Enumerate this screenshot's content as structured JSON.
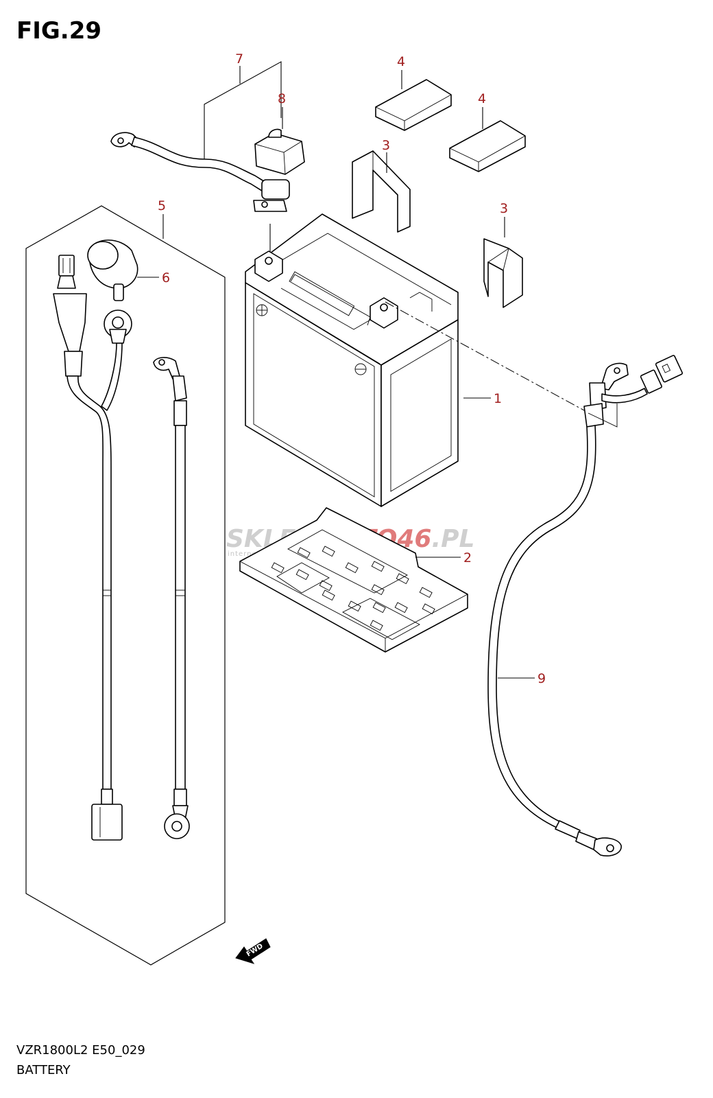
{
  "figure": {
    "title": "FIG.29",
    "model_code": "VZR1800L2 E50_029",
    "section_name": "BATTERY"
  },
  "callouts": {
    "battery": "1",
    "battery_tray": "2",
    "spacer_left": "3",
    "spacer_right": "3",
    "pad_left": "4",
    "pad_right": "4",
    "wiring_set": "5",
    "terminal_cap_6": "6",
    "positive_lead": "7",
    "terminal_cap_8": "8",
    "negative_lead": "9"
  },
  "watermark": {
    "brand_gray": "SKLEP",
    "brand_red": "MOTO46",
    "brand_suffix": ".PL",
    "tagline": "internetowy sklep motocyklowy"
  },
  "fwd_mark": "FWD",
  "colors": {
    "callout": "#a01e1e",
    "line": "#000000",
    "watermark_gray": "#cfcfcf",
    "watermark_red": "#e07b7b"
  }
}
